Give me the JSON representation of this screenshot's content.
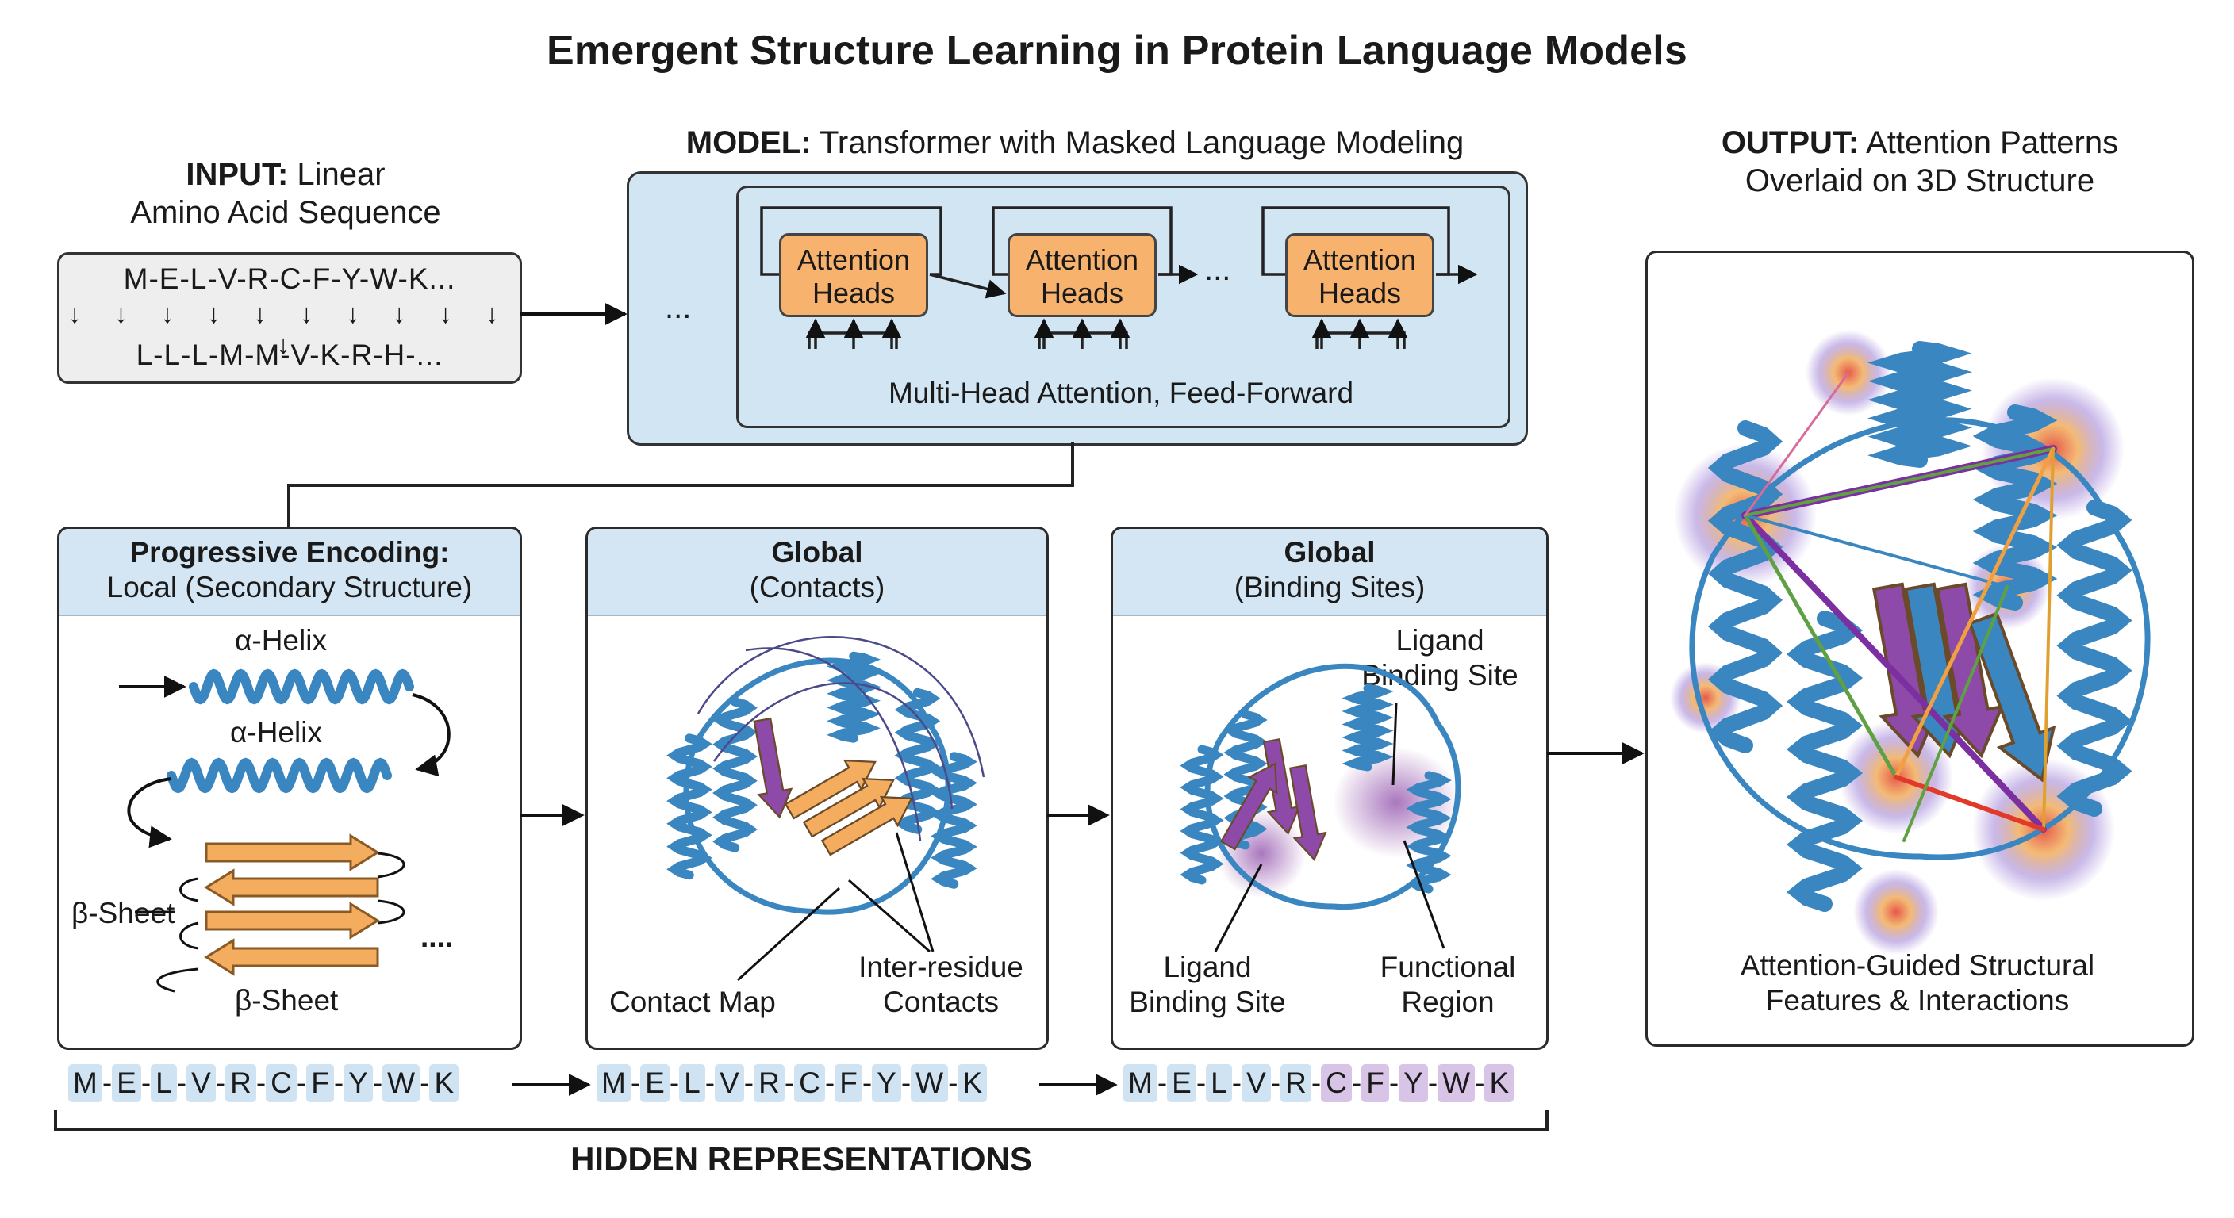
{
  "title": "Emergent Structure Learning in Protein Language Models",
  "input": {
    "label_bold": "INPUT:",
    "label_rest": "Linear",
    "label_line2": "Amino Acid Sequence",
    "seq_line1": "M-E-L-V-R-C-F-Y-W-K...",
    "seq_line2": "L-L-L-M-M-V-K-R-H-...",
    "arrows": "↓ ↓ ↓ ↓ ↓ ↓ ↓ ↓ ↓ ↓ ↓"
  },
  "model": {
    "label_bold": "MODEL:",
    "label_rest": "Transformer with Masked Language Modeling",
    "ellipsis_left": "...",
    "ellipsis_mid": "...",
    "head_line1": "Attention",
    "head_line2": "Heads",
    "caption": "Multi-Head Attention, Feed-Forward"
  },
  "output": {
    "label_bold": "OUTPUT:",
    "label_rest": "Attention Patterns",
    "label_line2": "Overlaid on 3D Structure",
    "caption_line1": "Attention-Guided Structural",
    "caption_line2": "Features & Interactions"
  },
  "panel_local": {
    "head_bold": "Progressive Encoding:",
    "head_line2": "Local (Secondary Structure)",
    "helix1": "α-Helix",
    "helix2": "α-Helix",
    "sheet1": "β-Sheet",
    "sheet2": "β-Sheet",
    "dots": "...."
  },
  "panel_contacts": {
    "head_bold": "Global",
    "head_line2": "(Contacts)",
    "contact_map": "Contact Map",
    "inter_line1": "Inter-residue",
    "inter_line2": "Contacts"
  },
  "panel_binding": {
    "head_bold": "Global",
    "head_line2": "(Binding Sites)",
    "ligand_top_1": "Ligand",
    "ligand_top_2": "Binding Site",
    "ligand_bot_1": "Ligand",
    "ligand_bot_2": "Binding Site",
    "func_1": "Functional",
    "func_2": "Region"
  },
  "hidden_seq": [
    "M",
    "E",
    "L",
    "V",
    "R",
    "C",
    "F",
    "Y",
    "W",
    "K"
  ],
  "hidden_label": "HIDDEN REPRESENTATIONS",
  "colors": {
    "panel_head": "#d4e6f4",
    "model_bg": "#d2e5f3",
    "attention_head": "#f7b36e",
    "helix_blue": "#3a86c0",
    "strand_orange": "#f4ad5e",
    "binding_purple": "#8d4aa8"
  }
}
